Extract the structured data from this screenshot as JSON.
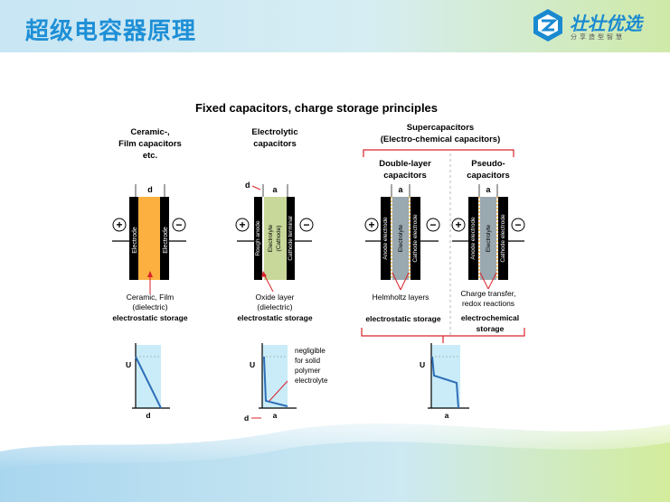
{
  "header": {
    "title": "超级电容器原理",
    "logo_text": "壮壮优选",
    "logo_subtitle": "分享造型智慧"
  },
  "diagram": {
    "main_title": "Fixed capacitors, charge storage principles",
    "ceramic": {
      "title_l1": "Ceramic-,",
      "title_l2": "Film capacitors",
      "title_l3": "etc.",
      "d_label": "d",
      "electrode_left": "Electrode",
      "electrode_right": "Electrode",
      "plus": "+",
      "minus": "−",
      "caption_l1": "Ceramic, Film",
      "caption_l2": "(dielectric)",
      "storage": "electrostatic storage",
      "graph_u": "U",
      "graph_d": "d"
    },
    "electrolytic": {
      "title_l1": "Electrolytic",
      "title_l2": "capacitors",
      "d_label": "d",
      "a_label": "a",
      "rough_anode": "Rough anode",
      "electrolyte_l1": "Electrolyte",
      "electrolyte_l2": "(Cathode)",
      "cathode_terminal": "Cathode terminal",
      "plus": "+",
      "minus": "−",
      "caption_l1": "Oxide layer",
      "caption_l2": "(dielectric)",
      "storage": "electrostatic storage",
      "graph_u": "U",
      "graph_d": "d",
      "graph_a": "a",
      "note_l1": "negligible",
      "note_l2": "for solid",
      "note_l3": "polymer",
      "note_l4": "electrolyte"
    },
    "supercap": {
      "title_l1": "Supercapacitors",
      "title_l2": "(Electro-chemical  capacitors)",
      "double_title_l1": "Double-layer",
      "double_title_l2": "capacitors",
      "pseudo_title_l1": "Pseudo-",
      "pseudo_title_l2": "capacitors",
      "a_label": "a",
      "anode_electrode": "Anode electrode",
      "electrolyte": "Electrolyte",
      "cathode_electrode": "Cathode electrode",
      "plus": "+",
      "minus": "−",
      "helmholtz": "Helmholtz layers",
      "charge_transfer_l1": "Charge transfer,",
      "charge_transfer_l2": "redox reactions",
      "storage_static": "electrostatic storage",
      "storage_chem_l1": "electrochemical",
      "storage_chem_l2": "storage",
      "graph_u": "U",
      "graph_a": "a"
    }
  },
  "colors": {
    "banner_title": "#1e8fd6",
    "dielectric_orange": "#fbb040",
    "electrolyte_green": "#c8d89a",
    "electrolyte_gray": "#9aa8b0",
    "graph_fill": "#c9ecf8",
    "graph_line": "#2f6fb8",
    "bracket_red": "#d9232a"
  }
}
